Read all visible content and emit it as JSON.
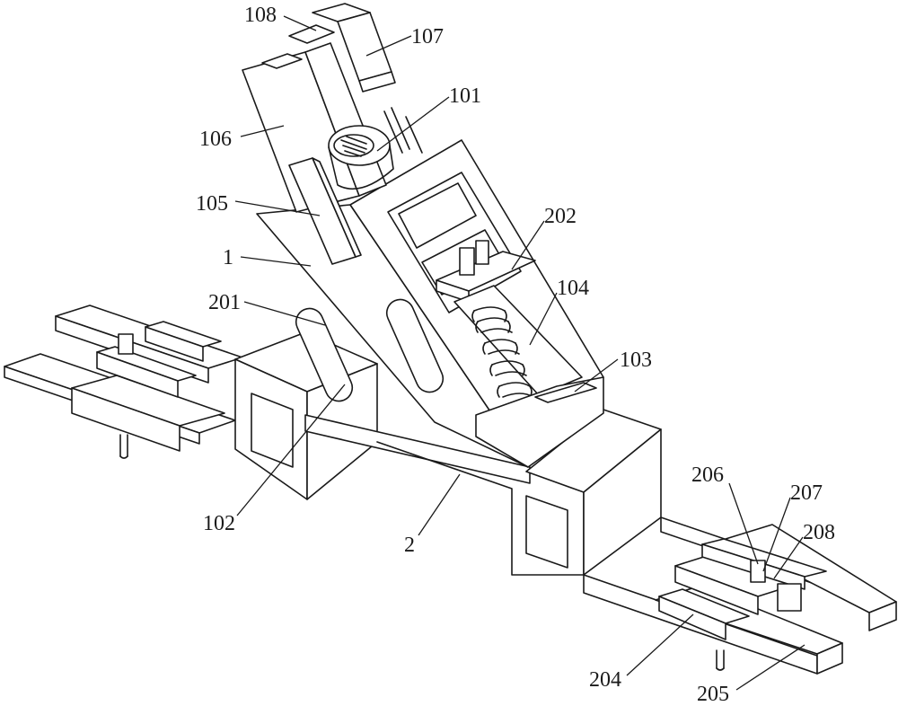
{
  "diagram": {
    "type": "patent-mechanical-drawing",
    "line_color": "#1a1a1a",
    "background": "#ffffff",
    "labels": {
      "l108": "108",
      "l107": "107",
      "l101": "101",
      "l106": "106",
      "l105": "105",
      "l1": "1",
      "l202": "202",
      "l104": "104",
      "l201": "201",
      "l103": "103",
      "l102": "102",
      "l2": "2",
      "l206": "206",
      "l207": "207",
      "l208": "208",
      "l204": "204",
      "l205": "205"
    }
  }
}
